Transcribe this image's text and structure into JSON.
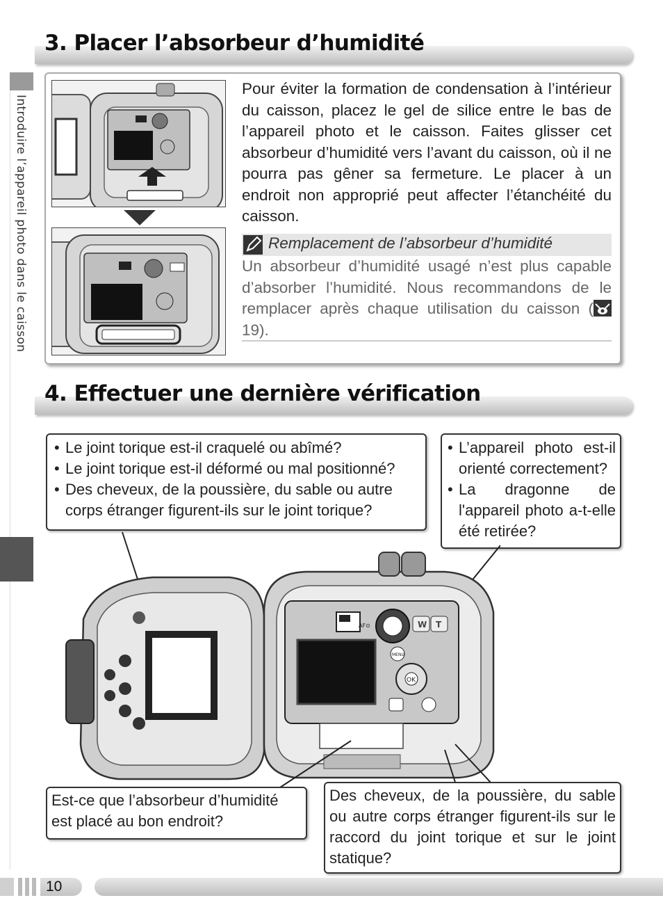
{
  "sidebar": {
    "title": "Introduire l’appareil photo dans le caisson"
  },
  "section3": {
    "heading": "3. Placer l’absorbeur d’humidité",
    "paragraph": "Pour éviter la formation de condensation à l’intérieur du caisson, placez le gel de silice entre le bas de l’appareil photo et le caisson. Faites glisser cet absorbeur d’humidité vers l’avant du caisson, où il ne pourra pas gêner sa fermeture. Le placer à un endroit non approprié peut affecter l’étanchéité du caisson.",
    "note": {
      "title": "Remplacement de l’absorbeur d’humidité",
      "body_before_icon": "Un absorbeur d’humidité usagé n’est plus capable d’absorber l’humidité. Nous recommandons de le remplacer après chaque utilisation du caisson (",
      "body_page_ref": " 19).",
      "icon": "pencil-icon",
      "ref_icon": "reference-eye-icon"
    }
  },
  "section4": {
    "heading": "4. Effectuer une dernière vérification",
    "callout_top_left": [
      "Le joint torique est-il craquelé ou abîmé?",
      "Le joint torique est-il déformé ou mal positionné?",
      "Des cheveux, de la poussière, du sable ou autre corps étranger figurent-ils sur le joint torique?"
    ],
    "callout_top_right": [
      "L’appareil photo est-il orienté correctement?",
      "La dragonne de l'appareil photo a-t-elle été retirée?"
    ],
    "callout_bottom_left": "Est-ce que l’absorbeur d’humidité est placé au bon endroit?",
    "callout_bottom_right": "Des cheveux, de la poussière, du sable ou autre corps étranger figurent-ils sur le raccord du joint torique et sur le joint statique?"
  },
  "camera_labels": {
    "afc": "AF⊙",
    "menu": "MENU",
    "ok": "OK",
    "w": "W",
    "t": "T"
  },
  "footer": {
    "page_number": "10"
  },
  "colors": {
    "text": "#222222",
    "note_text": "#666666",
    "side_tab": "#555555",
    "bar": "#c4c4c4"
  }
}
